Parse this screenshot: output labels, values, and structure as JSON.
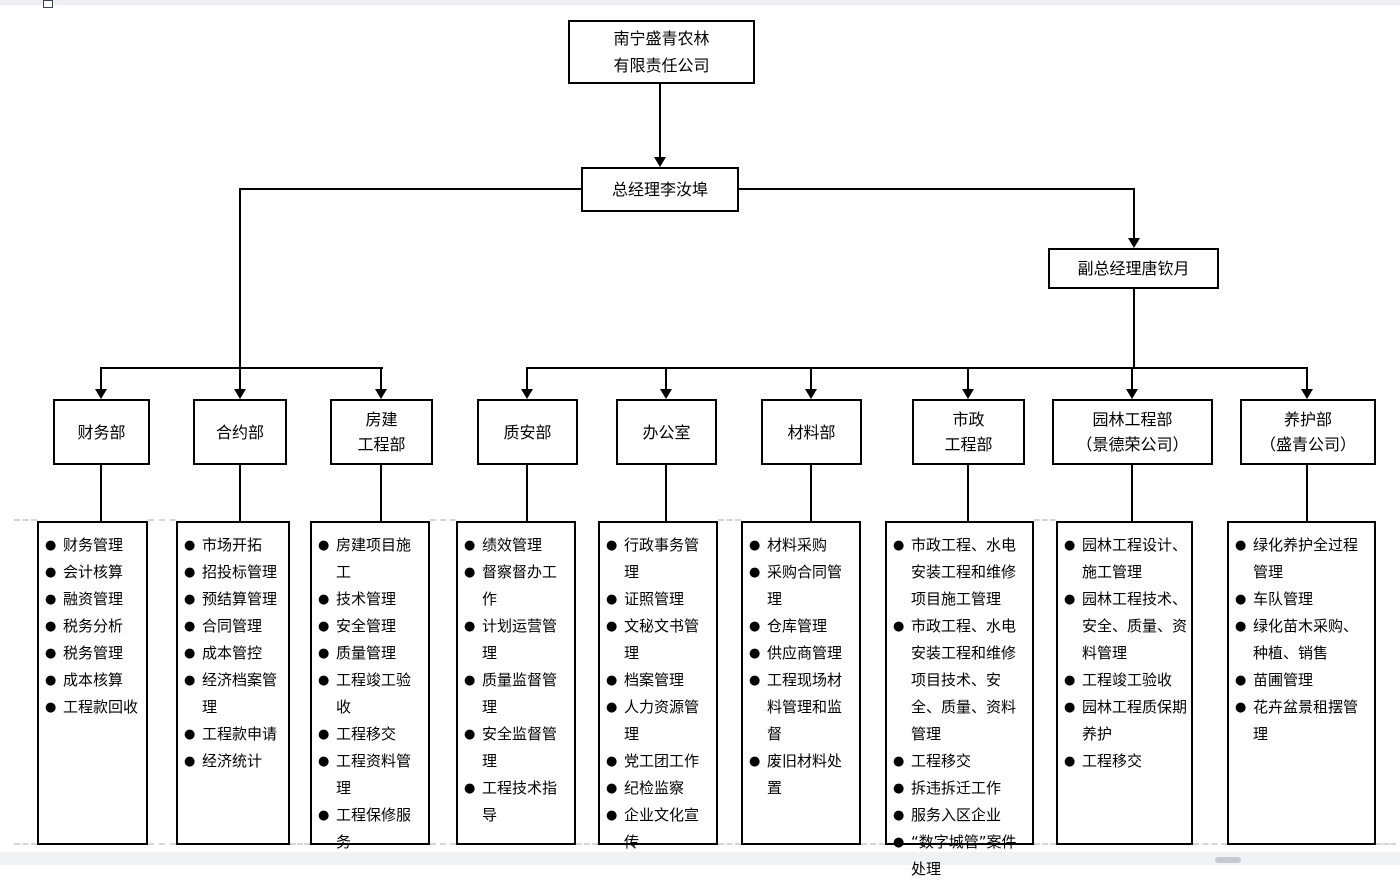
{
  "glyphs": {
    "bullet": "●"
  },
  "org": {
    "root": {
      "lines": [
        "南宁盛青农林",
        "有限责任公司"
      ]
    },
    "general_manager": "总经理李汝埠",
    "deputy_general_manager": "副总经理唐钦月",
    "departments": [
      {
        "name": [
          "财务部"
        ],
        "duties": [
          "财务管理",
          "会计核算",
          "融资管理",
          "税务分析",
          "税务管理",
          "成本核算",
          "工程款回收"
        ]
      },
      {
        "name": [
          "合约部"
        ],
        "duties": [
          "市场开拓",
          "招投标管理",
          "预结算管理",
          "合同管理",
          "成本管控",
          "经济档案管理",
          "工程款申请",
          "经济统计"
        ]
      },
      {
        "name": [
          "房建",
          "工程部"
        ],
        "duties": [
          "房建项目施工",
          "技术管理",
          "安全管理",
          "质量管理",
          "工程竣工验收",
          "工程移交",
          "工程资料管理",
          "工程保修服务"
        ]
      },
      {
        "name": [
          "质安部"
        ],
        "duties": [
          "绩效管理",
          "督察督办工作",
          "计划运营管理",
          "质量监督管理",
          "安全监督管理",
          "工程技术指导"
        ]
      },
      {
        "name": [
          "办公室"
        ],
        "duties": [
          "行政事务管理",
          "证照管理",
          "文秘文书管理",
          "档案管理",
          "人力资源管理",
          "党工团工作",
          "纪检监察",
          "企业文化宣传"
        ]
      },
      {
        "name": [
          "材料部"
        ],
        "duties": [
          "材料采购",
          "采购合同管理",
          "仓库管理",
          "供应商管理",
          "工程现场材料管理和监督",
          "废旧材料处置"
        ]
      },
      {
        "name": [
          "市政",
          "工程部"
        ],
        "duties": [
          "市政工程、水电安装工程和维修项目施工管理",
          "市政工程、水电安装工程和维修项目技术、安全、质量、资料管理",
          "工程移交",
          "拆违拆迁工作",
          "服务入区企业",
          "“数字城管”案件处理"
        ]
      },
      {
        "name": [
          "园林工程部",
          "（景德荣公司）"
        ],
        "duties": [
          "园林工程设计、施工管理",
          "园林工程技术、安全、质量、资料管理",
          "工程竣工验收",
          "园林工程质保期养护",
          "工程移交"
        ]
      },
      {
        "name": [
          "养护部",
          "（盛青公司）"
        ],
        "duties": [
          "绿化养护全过程管理",
          "车队管理",
          "绿化苗木采购、种植、销售",
          "苗圃管理",
          "花卉盆景租摆管理"
        ]
      }
    ]
  }
}
